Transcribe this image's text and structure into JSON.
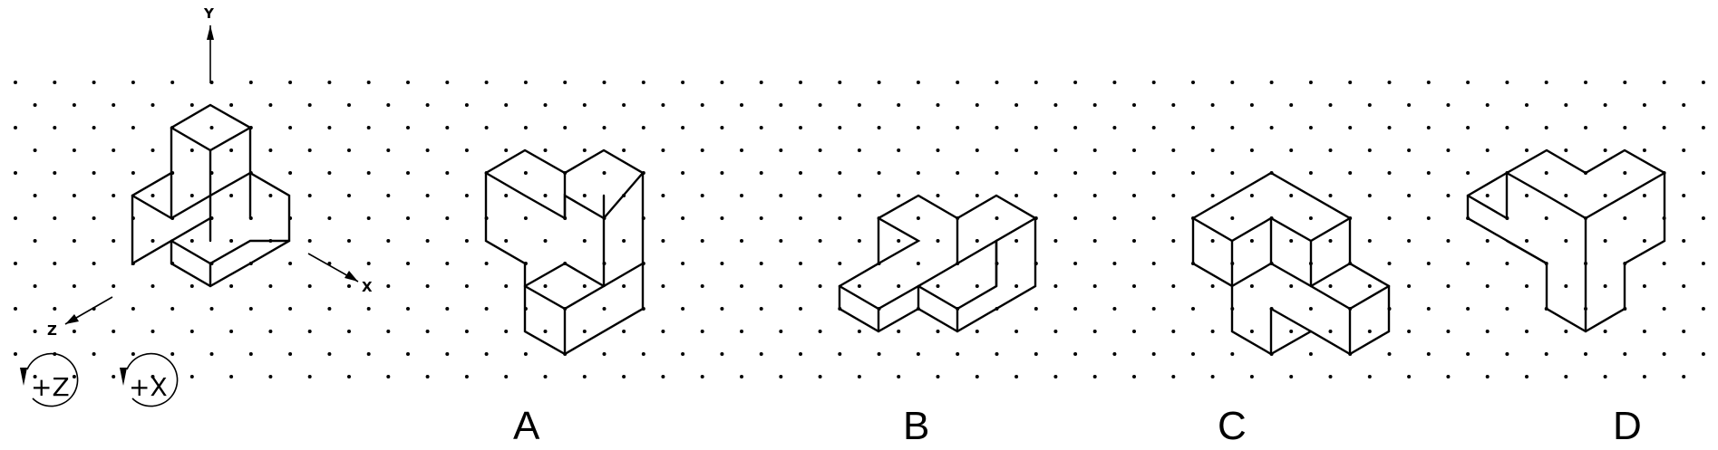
{
  "axes": {
    "y": "Y",
    "x": "X",
    "z": "Z"
  },
  "rotations": [
    {
      "label": "+Z"
    },
    {
      "label": "+X"
    }
  ],
  "options": [
    {
      "letter": "A"
    },
    {
      "letter": "B"
    },
    {
      "letter": "C"
    },
    {
      "letter": "D"
    }
  ]
}
